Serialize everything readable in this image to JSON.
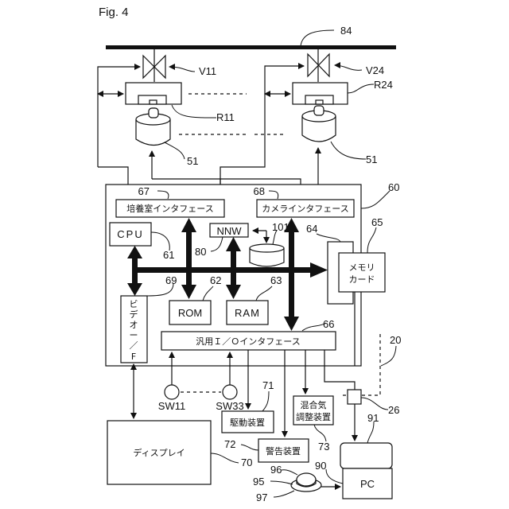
{
  "figure": {
    "title": "Fig. 4"
  },
  "components": {
    "pipe": {
      "ref": "84"
    },
    "valve_1": {
      "ref": "V11"
    },
    "valve_2": {
      "ref": "V24"
    },
    "reactor_1": {
      "ref": "R11"
    },
    "reactor_2": {
      "ref": "R24"
    },
    "camera_1": {
      "ref": "51"
    },
    "camera_2": {
      "ref": "51"
    },
    "controller": {
      "ref": "60"
    },
    "chamber_interface": {
      "label": "培養室インタフェース",
      "ref": "67"
    },
    "camera_interface": {
      "label": "カメラインタフェース",
      "ref": "68"
    },
    "cpu": {
      "label": "CPU",
      "ref": "61"
    },
    "nnw": {
      "label": "NNW",
      "ref": "80"
    },
    "storage": {
      "ref": "101"
    },
    "memory_slot": {
      "ref": "64"
    },
    "memory_card": {
      "label_line1": "メモリ",
      "label_line2": "カード",
      "ref": "65"
    },
    "video_if": {
      "label_chars": [
        "ビ",
        "デ",
        "オ",
        "ー",
        "／",
        "F"
      ],
      "ref": "69"
    },
    "rom": {
      "label": "ROM",
      "ref": "62"
    },
    "ram": {
      "label": "RAM",
      "ref": "63"
    },
    "io_interface": {
      "label": "汎用Ｉ／Ｏインタフェース",
      "ref": "66"
    },
    "switch_1": {
      "label": "SW11"
    },
    "switch_2": {
      "label": "SW33"
    },
    "drive": {
      "label": "駆動装置",
      "ref": "71"
    },
    "gas_mixer": {
      "label_line1": "混合気",
      "label_line2": "調整装置",
      "ref": "73"
    },
    "alarm": {
      "label": "警告装置",
      "ref": "72"
    },
    "display": {
      "label": "ディスプレイ",
      "ref": "70"
    },
    "incubator": {
      "ref": "20"
    },
    "sensor": {
      "ref": "26"
    },
    "pc_monitor": {
      "ref": "91"
    },
    "pc": {
      "label": "PC",
      "ref": "90"
    },
    "input_device": {
      "ref_top": "96",
      "ref_mid": "95",
      "ref_bottom": "97"
    }
  }
}
